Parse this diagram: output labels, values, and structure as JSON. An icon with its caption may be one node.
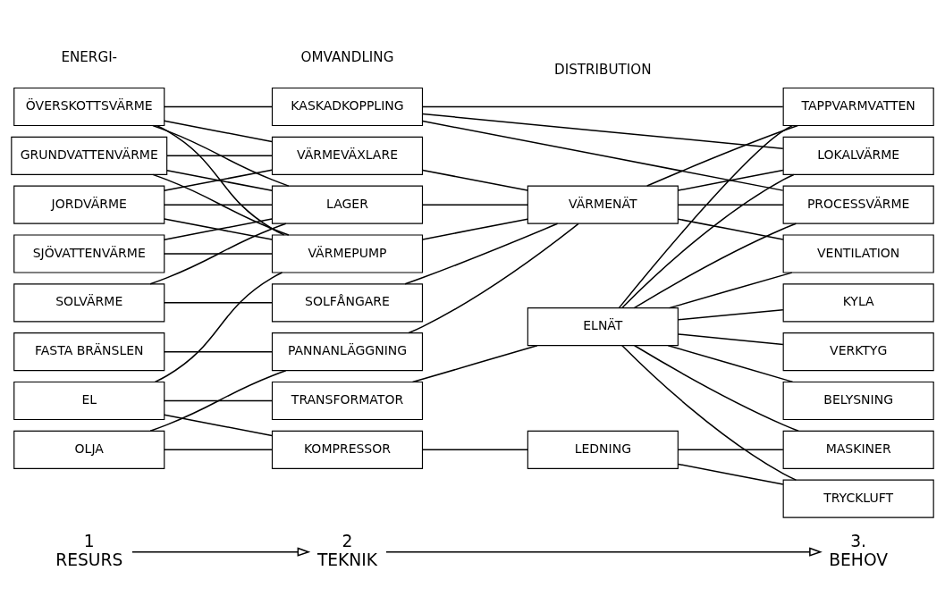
{
  "diagram": {
    "nodes": [
      {
        "text": [
          "1",
          "RESURS"
        ]
      },
      {
        "text": [
          "2",
          "TEKNIK"
        ]
      },
      {
        "text": [
          "3.",
          "BEHOV"
        ]
      },
      {
        "text": [
          "ÖVERSKOTTSVÄRME"
        ]
      },
      {
        "text": [
          "SOLVÄRME"
        ]
      },
      {
        "text": [
          "SJÖVATTENVÄRME"
        ]
      },
      {
        "text": [
          "GRUNDVATTENVÄRME"
        ]
      },
      {
        "text": [
          "JORDVÄRME"
        ]
      },
      {
        "text": [
          "FASTA BRÄNSLEN"
        ]
      },
      {
        "text": [
          "OLJA"
        ]
      },
      {
        "text": [
          "EL"
        ]
      },
      {
        "text": [
          "KASKADKOPPLING"
        ]
      },
      {
        "text": [
          "SOLFÅNGARE"
        ]
      },
      {
        "text": [
          "LAGER"
        ]
      },
      {
        "text": [
          "VÄRMEVÄXLARE"
        ]
      },
      {
        "text": [
          "VÄRMEPUMP"
        ]
      },
      {
        "text": [
          "PANNANLÄGGNING"
        ]
      },
      {
        "text": [
          "KOMPRESSOR"
        ]
      },
      {
        "text": [
          "TRANSFORMATOR"
        ]
      },
      {
        "text": [
          "VÄRMENÄT"
        ]
      },
      {
        "text": [
          "LEDNING"
        ]
      },
      {
        "text": [
          "ELNÄT"
        ]
      },
      {
        "text": [
          "TAPPVARMVATTEN"
        ]
      },
      {
        "text": [
          "LOKALVÄRME"
        ]
      },
      {
        "text": [
          "VENTILATION"
        ]
      },
      {
        "text": [
          "KYLA"
        ]
      },
      {
        "text": [
          "PROCESSVÄRME"
        ]
      },
      {
        "text": [
          "TRYCKLUFT"
        ]
      },
      {
        "text": [
          "MASKINER"
        ]
      },
      {
        "text": [
          "VERKTYG"
        ]
      },
      {
        "text": [
          "BELYSNING"
        ]
      }
    ],
    "edges": [
      {
        "from": 0,
        "to": 1,
        "arrow": "to"
      },
      {
        "from": 1,
        "to": 2,
        "arrow": "to"
      },
      {
        "from": 3,
        "to": 11,
        "arrow": "none"
      },
      {
        "from": 3,
        "to": 13,
        "arrow": "none"
      },
      {
        "from": 3,
        "to": 14,
        "arrow": "none"
      },
      {
        "from": 3,
        "to": 15,
        "arrow": "none"
      },
      {
        "from": 4,
        "to": 12,
        "arrow": "none"
      },
      {
        "from": 4,
        "to": 13,
        "arrow": "none"
      },
      {
        "from": 5,
        "to": 13,
        "arrow": "none"
      },
      {
        "from": 5,
        "to": 15,
        "arrow": "none"
      },
      {
        "from": 6,
        "to": 13,
        "arrow": "none"
      },
      {
        "from": 6,
        "to": 14,
        "arrow": "none"
      },
      {
        "from": 6,
        "to": 15,
        "arrow": "none"
      },
      {
        "from": 7,
        "to": 13,
        "arrow": "none"
      },
      {
        "from": 7,
        "to": 14,
        "arrow": "none"
      },
      {
        "from": 7,
        "to": 15,
        "arrow": "none"
      },
      {
        "from": 8,
        "to": 16,
        "arrow": "none"
      },
      {
        "from": 9,
        "to": 16,
        "arrow": "none"
      },
      {
        "from": 9,
        "to": 17,
        "arrow": "none"
      },
      {
        "from": 10,
        "to": 15,
        "arrow": "none"
      },
      {
        "from": 10,
        "to": 17,
        "arrow": "none"
      },
      {
        "from": 10,
        "to": 18,
        "arrow": "none"
      },
      {
        "from": 12,
        "to": 19,
        "arrow": "none"
      },
      {
        "from": 13,
        "to": 19,
        "arrow": "none"
      },
      {
        "from": 14,
        "to": 19,
        "arrow": "none"
      },
      {
        "from": 15,
        "to": 19,
        "arrow": "none"
      },
      {
        "from": 16,
        "to": 19,
        "arrow": "none"
      },
      {
        "from": 17,
        "to": 20,
        "arrow": "none"
      },
      {
        "from": 18,
        "to": 21,
        "arrow": "none"
      },
      {
        "from": 11,
        "to": 22,
        "arrow": "none"
      },
      {
        "from": 11,
        "to": 23,
        "arrow": "none"
      },
      {
        "from": 11,
        "to": 26,
        "arrow": "none"
      },
      {
        "from": 19,
        "to": 22,
        "arrow": "none"
      },
      {
        "from": 19,
        "to": 23,
        "arrow": "none"
      },
      {
        "from": 19,
        "to": 24,
        "arrow": "none"
      },
      {
        "from": 19,
        "to": 26,
        "arrow": "none"
      },
      {
        "from": 20,
        "to": 27,
        "arrow": "none"
      },
      {
        "from": 20,
        "to": 28,
        "arrow": "none"
      },
      {
        "from": 21,
        "to": 22,
        "arrow": "none"
      },
      {
        "from": 21,
        "to": 23,
        "arrow": "none"
      },
      {
        "from": 21,
        "to": 24,
        "arrow": "none"
      },
      {
        "from": 21,
        "to": 25,
        "arrow": "none"
      },
      {
        "from": 21,
        "to": 26,
        "arrow": "none"
      },
      {
        "from": 21,
        "to": 27,
        "arrow": "none"
      },
      {
        "from": 21,
        "to": 28,
        "arrow": "none"
      },
      {
        "from": 21,
        "to": 29,
        "arrow": "none"
      },
      {
        "from": 21,
        "to": 30,
        "arrow": "none"
      }
    ],
    "labels": [
      "ENERGI-",
      "OMVANDLING",
      "DISTRIBUTION"
    ]
  }
}
